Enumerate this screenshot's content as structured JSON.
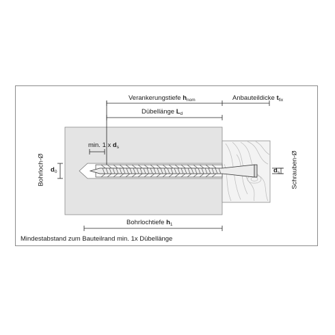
{
  "labels": {
    "verankerungstiefe": "Verankerungstiefe",
    "verankerungstiefe_sym": "h",
    "verankerungstiefe_sub": "nom",
    "anbauteildicke": "Anbauteildicke",
    "anbauteildicke_sym": "t",
    "anbauteildicke_sub": "fix",
    "duebellaenge": "Dübellänge",
    "duebellaenge_sym": "L",
    "duebellaenge_sub": "d",
    "min_abstand": "min. 1 x",
    "min_abstand_sym": "d",
    "min_abstand_sub": "s",
    "bohrloch": "Bohrloch-Ø",
    "bohrloch_sym": "d",
    "bohrloch_sub": "0",
    "schrauben": "Schrauben-Ø",
    "schrauben_sym": "d",
    "schrauben_sub": "s",
    "bohrlochtiefe": "Bohrlochtiefe",
    "bohrlochtiefe_sym": "h",
    "bohrlochtiefe_sub": "1",
    "footnote": "Mindestabstand zum Bauteilrand min. 1x Dübellänge"
  },
  "colors": {
    "concrete": "#e4e4e4",
    "wood": "#f2f2f2",
    "line": "#222222",
    "frame": "#8a8a8a"
  }
}
